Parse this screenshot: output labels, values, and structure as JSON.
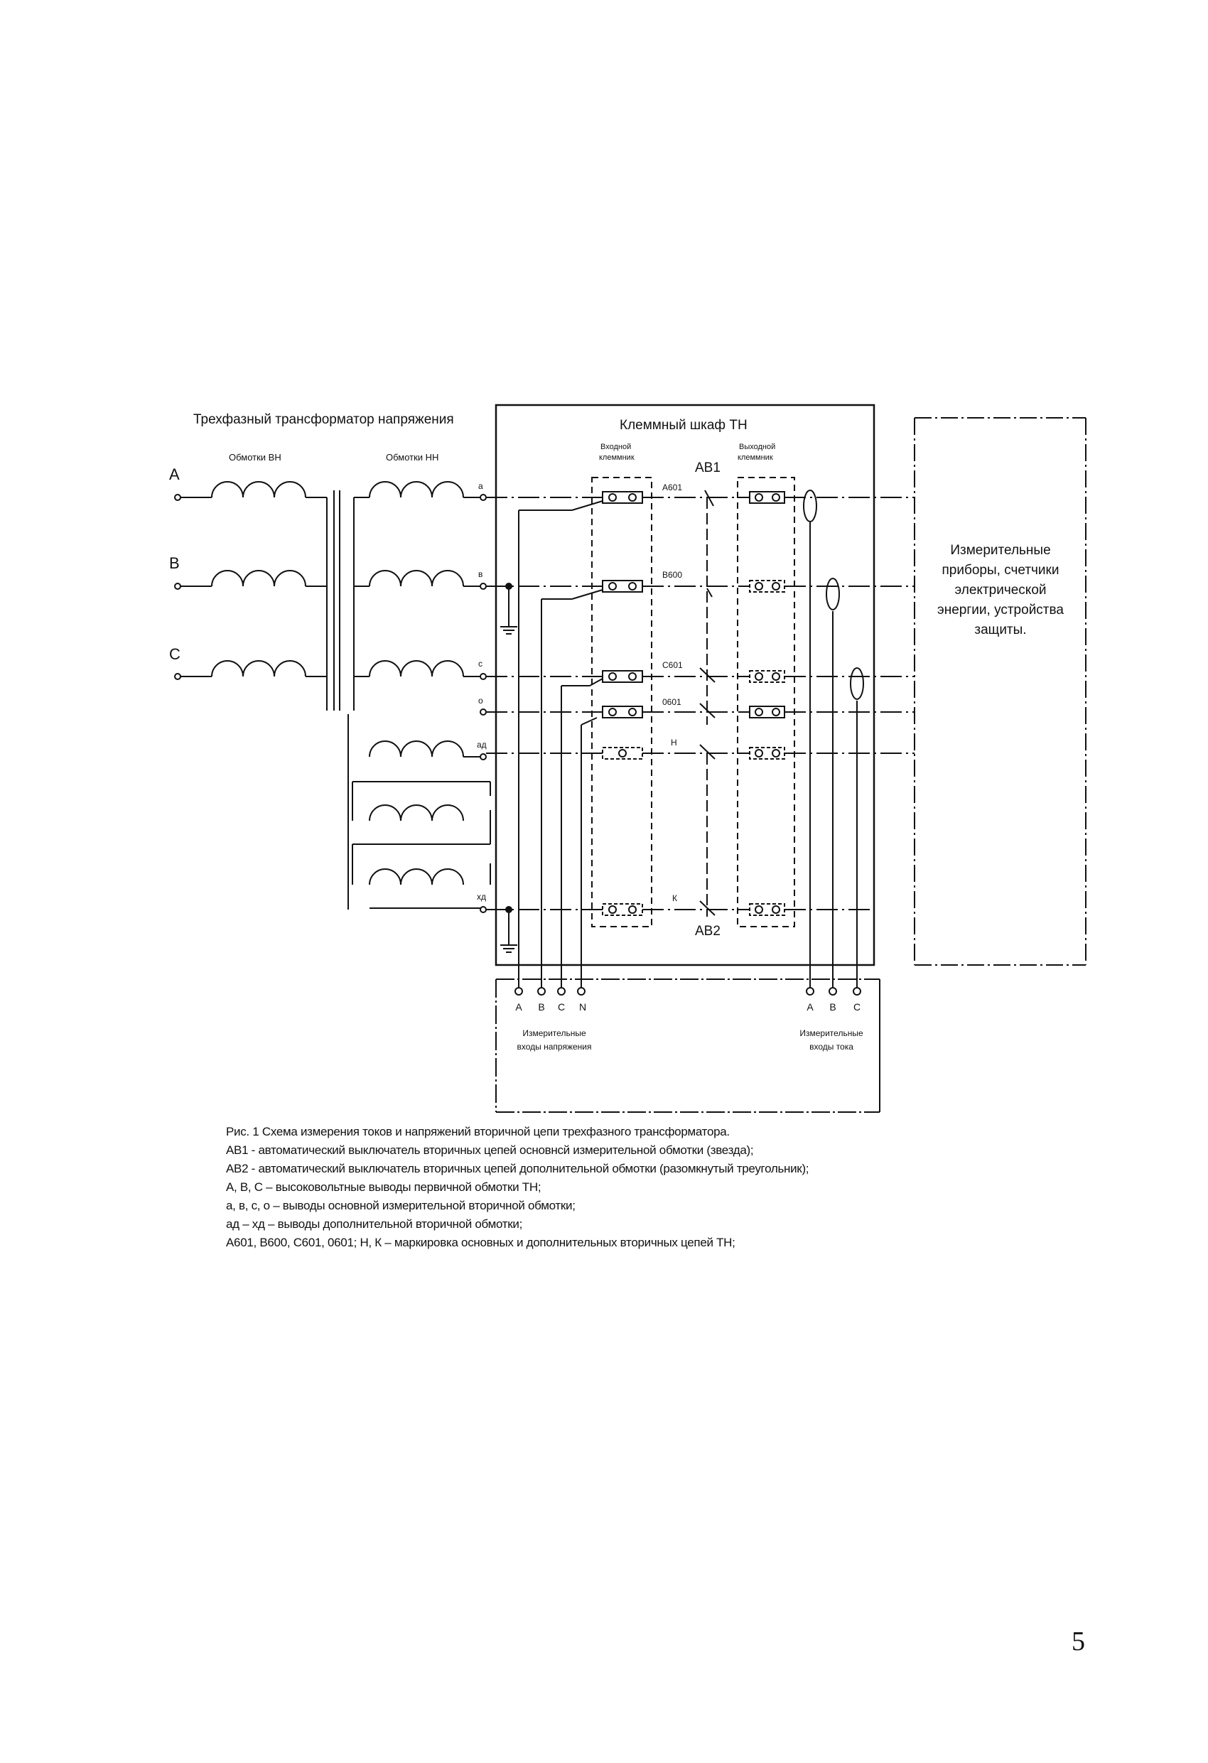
{
  "diagram": {
    "title_transformer": "Трехфазный трансформатор напряжения",
    "title_cabinet": "Клеммный шкаф ТН",
    "winding_hv_label": "Обмотки ВН",
    "winding_lv_label": "Обмотки НН",
    "input_terminal_label": [
      "Входной",
      "клеммник"
    ],
    "output_terminal_label": [
      "Выходной",
      "клеммник"
    ],
    "breaker_1": "АВ1",
    "breaker_2": "АВ2",
    "primary_terminals": [
      "A",
      "B",
      "C"
    ],
    "secondary_terminals": [
      "a",
      "в",
      "c",
      "o",
      "aд",
      "xд"
    ],
    "circuit_marks": [
      "А601",
      "В600",
      "С601",
      "0601",
      "Н",
      "К"
    ],
    "devices_label": [
      "Измерительные",
      "приборы, счетчики",
      "электрической",
      "энергии, устройства",
      "защиты."
    ],
    "voltage_inputs": [
      "A",
      "B",
      "C",
      "N"
    ],
    "voltage_inputs_label": [
      "Измерительные",
      "входы напряжения"
    ],
    "current_inputs": [
      "A",
      "B",
      "C"
    ],
    "current_inputs_label": [
      "Измерительные",
      "входы тока"
    ]
  },
  "caption": {
    "line1": "Рис. 1 Схема измерения токов и напряжений вторичной цепи трехфазного трансформатора.",
    "line2": "АВ1 - автоматический выключатель вторичных цепей основнсй измерительной обмотки (звезда);",
    "line3": "АВ2 - автоматический выключатель вторичных цепей дополнительной обмотки (разомкнутый треугольник);",
    "line4": "А, В, С – высоковольтные выводы первичной обмотки ТН;",
    "line5": "а, в, с, о – выводы основной измерительной вторичной обмотки;",
    "line6": "aд – xд – выводы дополнительной вторичной обмотки;",
    "line7": "А601, В600, С601, 0601; Н, К – маркировка основных и дополнительных вторичных цепей ТН;"
  },
  "page_number": "5"
}
